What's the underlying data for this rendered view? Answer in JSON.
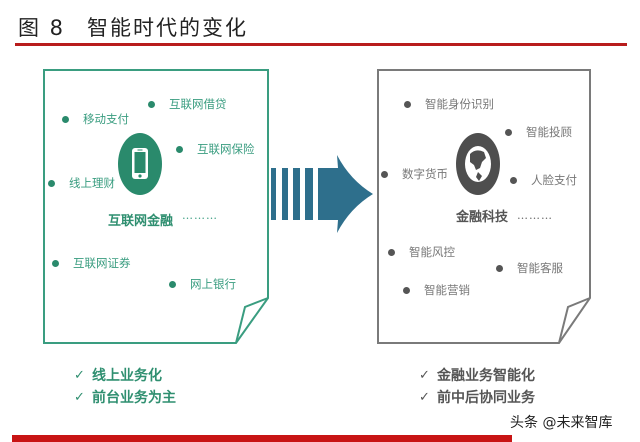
{
  "figure": {
    "number": "图 8",
    "title": "智能时代的变化"
  },
  "colors": {
    "rule_red": "#b81c1c",
    "internet_green": "#2a8a6c",
    "fintech_gray": "#555555",
    "arrow_blue": "#2e6f8c"
  },
  "left_panel": {
    "center_label": "互联网金融",
    "center_icon": "smartphone-icon",
    "ellipsis": "………",
    "items": [
      {
        "label": "移动支付"
      },
      {
        "label": "互联网借贷"
      },
      {
        "label": "互联网保险"
      },
      {
        "label": "线上理财"
      },
      {
        "label": "互联网证券"
      },
      {
        "label": "网上银行"
      }
    ],
    "checks": [
      {
        "mark": "✓",
        "label": "线上业务化"
      },
      {
        "mark": "✓",
        "label": "前台业务为主"
      }
    ]
  },
  "arrow": {
    "direction": "right",
    "icon": "arrow-right-icon"
  },
  "right_panel": {
    "center_label": "金融科技",
    "center_icon": "globe-icon",
    "ellipsis": "………",
    "items": [
      {
        "label": "智能身份识别"
      },
      {
        "label": "智能投顾"
      },
      {
        "label": "数字货币"
      },
      {
        "label": "人脸支付"
      },
      {
        "label": "智能风控"
      },
      {
        "label": "智能客服"
      },
      {
        "label": "智能营销"
      }
    ],
    "checks": [
      {
        "mark": "✓",
        "label": "金融业务智能化"
      },
      {
        "mark": "✓",
        "label": "前中后协同业务"
      }
    ]
  },
  "watermark": "头条 @未来智库"
}
